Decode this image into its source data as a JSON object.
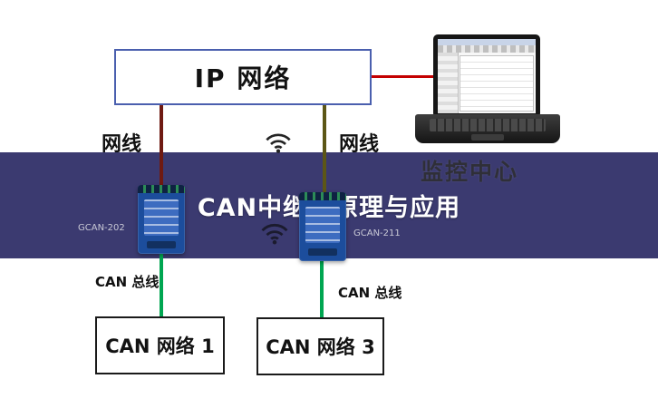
{
  "banner": {
    "title": "CAN中继的原理与应用"
  },
  "ip_network": {
    "label": "IP 网络"
  },
  "cables": {
    "left_label": "网线",
    "right_label": "网线"
  },
  "monitoring": {
    "label": "监控中心"
  },
  "devices": {
    "left": {
      "model": "GCAN-202"
    },
    "right": {
      "model": "GCAN-211"
    }
  },
  "can_bus": {
    "left_label": "CAN 总线",
    "right_label": "CAN 总线"
  },
  "can_networks": {
    "box1": "CAN 网络 1",
    "box3": "CAN 网络 3"
  },
  "icons": {
    "wifi_top": "wifi-icon",
    "wifi_bottom": "wifi-icon",
    "laptop": "laptop-image"
  },
  "colors": {
    "banner_bg": "#3b3a70",
    "ip_box_border": "#4a5fae",
    "green_line": "#00a651",
    "red_line": "#c40000",
    "maroon_line": "#6f1a12",
    "olive_line": "#5c5616",
    "device_blue": "#1c4d9c"
  }
}
